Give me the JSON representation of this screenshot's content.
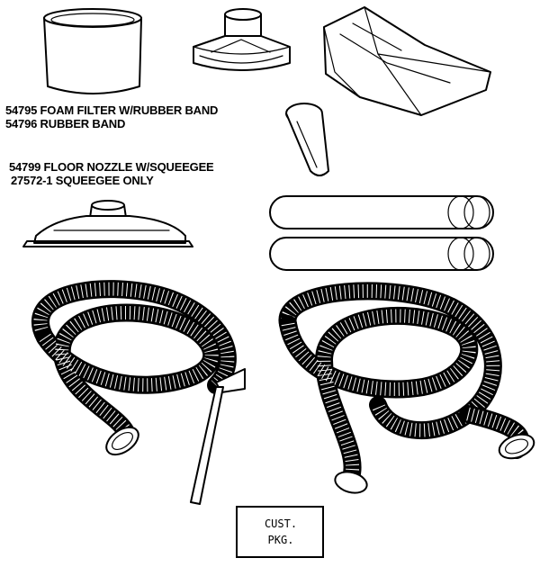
{
  "labels": {
    "filter": "54795 FOAM FILTER W/RUBBER BAND",
    "band": "54796 RUBBER BAND",
    "nozzle": "54799 FLOOR NOZZLE W/SQUEEGEE",
    "squeegee": "27572-1 SQUEEGEE ONLY"
  },
  "stamp": {
    "line1": "CUST.",
    "line2": "PKG."
  },
  "colors": {
    "ink": "#000000",
    "paper": "#ffffff"
  }
}
